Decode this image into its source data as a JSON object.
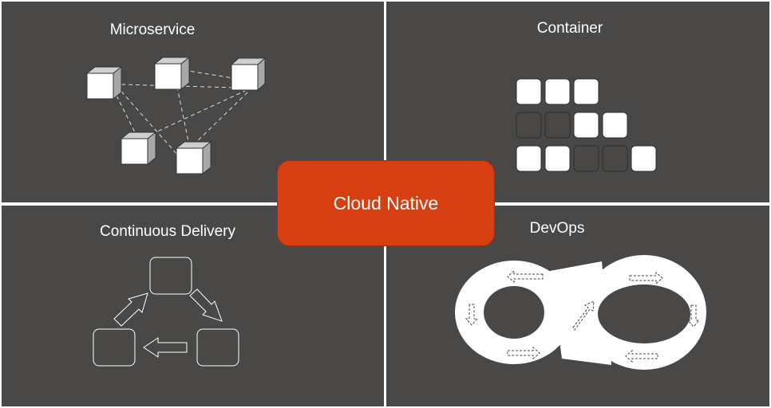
{
  "center": {
    "label": "Cloud Native"
  },
  "quadrants": {
    "microservice": {
      "title": "Microservice",
      "icon": "network-cubes-icon"
    },
    "container": {
      "title": "Container",
      "icon": "container-grid-icon"
    },
    "continuous_delivery": {
      "title": "Continuous Delivery",
      "icon": "cycle-arrows-icon"
    },
    "devops": {
      "title": "DevOps",
      "icon": "infinity-loop-icon"
    }
  },
  "colors": {
    "quadrant_bg": "#4a4846",
    "divider": "#ffffff",
    "center_bg": "#d73f12",
    "text": "#ffffff"
  }
}
